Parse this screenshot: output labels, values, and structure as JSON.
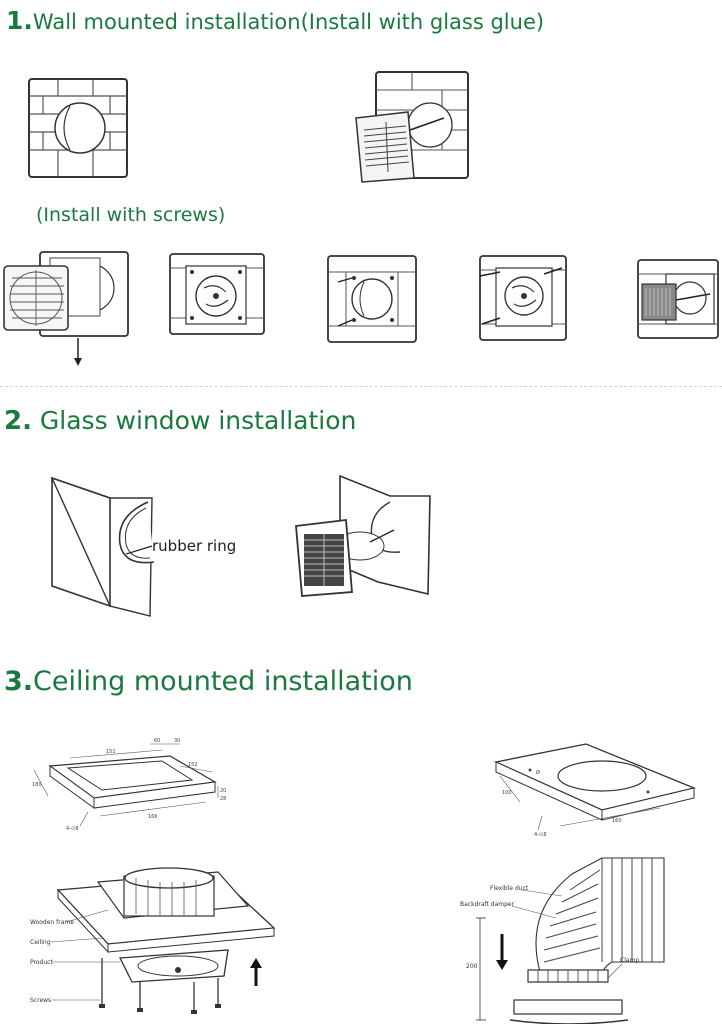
{
  "section1": {
    "number": "1.",
    "title": "Wall mounted installation(Install with glass glue)",
    "screws_caption": "(Install with screws)"
  },
  "section2": {
    "number": "2.",
    "title": "Glass window installation",
    "rubber_ring_label": "rubber ring"
  },
  "section3": {
    "number": "3.",
    "title": "Ceiling mounted installation",
    "frame_dims": {
      "d152_top": "152",
      "d60": "60",
      "d30": "30",
      "d152_side": "152",
      "d180": "180",
      "d166": "166",
      "d20": "20",
      "d28": "28",
      "holes": "4-∅8"
    },
    "board_dims": {
      "d100": "100",
      "d160": "160",
      "holes": "4-∅8",
      "hole_label": "Ø"
    },
    "assembly_labels": {
      "wooden_frame": "Wooden frame",
      "ceiling": "Ceiling",
      "product": "Product",
      "screws": "Screws"
    },
    "duct_labels": {
      "flexible_duct": "Flexible duct",
      "backdraft_damper": "Backdraft damper",
      "clamp": "Clamp",
      "height": "200"
    }
  }
}
